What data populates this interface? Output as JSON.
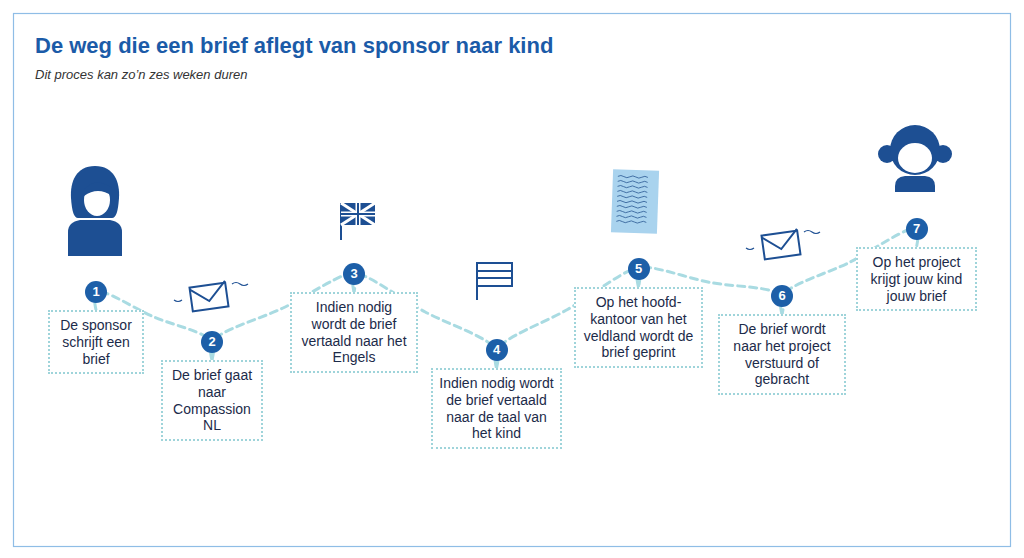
{
  "diagram": {
    "title": "De weg die een brief aflegt van sponsor naar kind",
    "caption": "Dit proces kan zo’n zes weken duren",
    "nodes": [
      {
        "text": [
          "De sponsor schrijft een brief"
        ]
      },
      {
        "text": [
          "De brief gaat naar Compassion NL"
        ]
      },
      {
        "text": [
          "Indien nodig wordt de brief vertaald naar het Engels"
        ]
      },
      {
        "text": [
          "Indien nodig wordt de brief vertaald naar de taal van het kind"
        ]
      },
      {
        "text": [
          "Op het hoofd- kantoor van het veldland wordt de brief geprint"
        ]
      },
      {
        "text": [
          "De brief wordt naar het project verstuurd of gebracht"
        ]
      },
      {
        "text": [
          "Op het project krijgt jouw kind jouw brief"
        ]
      }
    ],
    "edges": [
      {
        "from": 0,
        "to": 1,
        "arrow": "none"
      },
      {
        "from": 1,
        "to": 2,
        "arrow": "none"
      },
      {
        "from": 2,
        "to": 3,
        "arrow": "none"
      },
      {
        "from": 3,
        "to": 4,
        "arrow": "none"
      },
      {
        "from": 4,
        "to": 5,
        "arrow": "none"
      },
      {
        "from": 5,
        "to": 6,
        "arrow": "none"
      }
    ],
    "labels": [
      "1",
      "2",
      "3",
      "4",
      "5",
      "6",
      "7"
    ]
  }
}
